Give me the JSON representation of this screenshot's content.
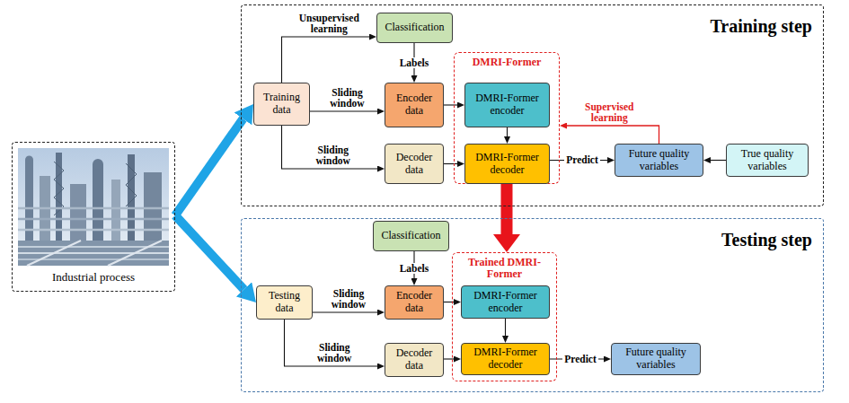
{
  "diagram": {
    "nodes": [
      {
        "text": [
          "Industrial process"
        ]
      },
      {
        "text": [
          "Training step"
        ]
      },
      {
        "text": [
          "Training data"
        ],
        "in": 1
      },
      {
        "text": [
          "Classification"
        ],
        "in": 1
      },
      {
        "text": [
          "Encoder data"
        ],
        "in": 1
      },
      {
        "text": [
          "DMRI-Former"
        ],
        "in": 1
      },
      {
        "text": [
          "DMRI-Former encoder"
        ],
        "in": 5
      },
      {
        "text": [
          "Decoder data"
        ],
        "in": 1
      },
      {
        "text": [
          "DMRI-Former decoder"
        ],
        "in": 5
      },
      {
        "text": [
          "Future quality variables"
        ],
        "in": 1
      },
      {
        "text": [
          "True quality variables"
        ],
        "in": 1
      },
      {
        "text": [
          "Testing step"
        ]
      },
      {
        "text": [
          "Testing data"
        ],
        "in": 11
      },
      {
        "text": [
          "Classification"
        ],
        "in": 11
      },
      {
        "text": [
          "Encoder data"
        ],
        "in": 11
      },
      {
        "text": [
          "Trained DMRI-Former"
        ],
        "in": 11
      },
      {
        "text": [
          "DMRI-Former encoder"
        ],
        "in": 15
      },
      {
        "text": [
          "Decoder data"
        ],
        "in": 11
      },
      {
        "text": [
          "DMRI-Former decoder"
        ],
        "in": 15
      },
      {
        "text": [
          "Future quality variables"
        ],
        "in": 11
      }
    ],
    "edges": [
      {
        "from": 0,
        "to": 2,
        "arrow": "to"
      },
      {
        "from": 0,
        "to": 12,
        "arrow": "to"
      },
      {
        "from": 2,
        "to": 3,
        "label": "Unsupervised learning",
        "arrow": "to"
      },
      {
        "from": 3,
        "to": 4,
        "label": "Labels",
        "arrow": "to"
      },
      {
        "from": 2,
        "to": 4,
        "label": "Sliding window",
        "arrow": "to"
      },
      {
        "from": 2,
        "to": 7,
        "label": "Sliding window",
        "arrow": "to"
      },
      {
        "from": 4,
        "to": 6,
        "arrow": "to"
      },
      {
        "from": 7,
        "to": 8,
        "arrow": "to"
      },
      {
        "from": 6,
        "to": 8,
        "arrow": "to"
      },
      {
        "from": 8,
        "to": 9,
        "label": "Predict",
        "arrow": "to"
      },
      {
        "from": 10,
        "to": 9,
        "arrow": "to"
      },
      {
        "from": 9,
        "to": 5,
        "label": "Supervised learning",
        "arrow": "to"
      },
      {
        "from": 5,
        "to": 15,
        "arrow": "to"
      },
      {
        "from": 13,
        "to": 14,
        "label": "Labels",
        "arrow": "to"
      },
      {
        "from": 12,
        "to": 14,
        "label": "Sliding window",
        "arrow": "to"
      },
      {
        "from": 12,
        "to": 17,
        "label": "Sliding window",
        "arrow": "to"
      },
      {
        "from": 14,
        "to": 16,
        "arrow": "to"
      },
      {
        "from": 17,
        "to": 18,
        "arrow": "to"
      },
      {
        "from": 16,
        "to": 18,
        "arrow": "to"
      },
      {
        "from": 18,
        "to": 19,
        "label": "Predict",
        "arrow": "to"
      }
    ]
  }
}
